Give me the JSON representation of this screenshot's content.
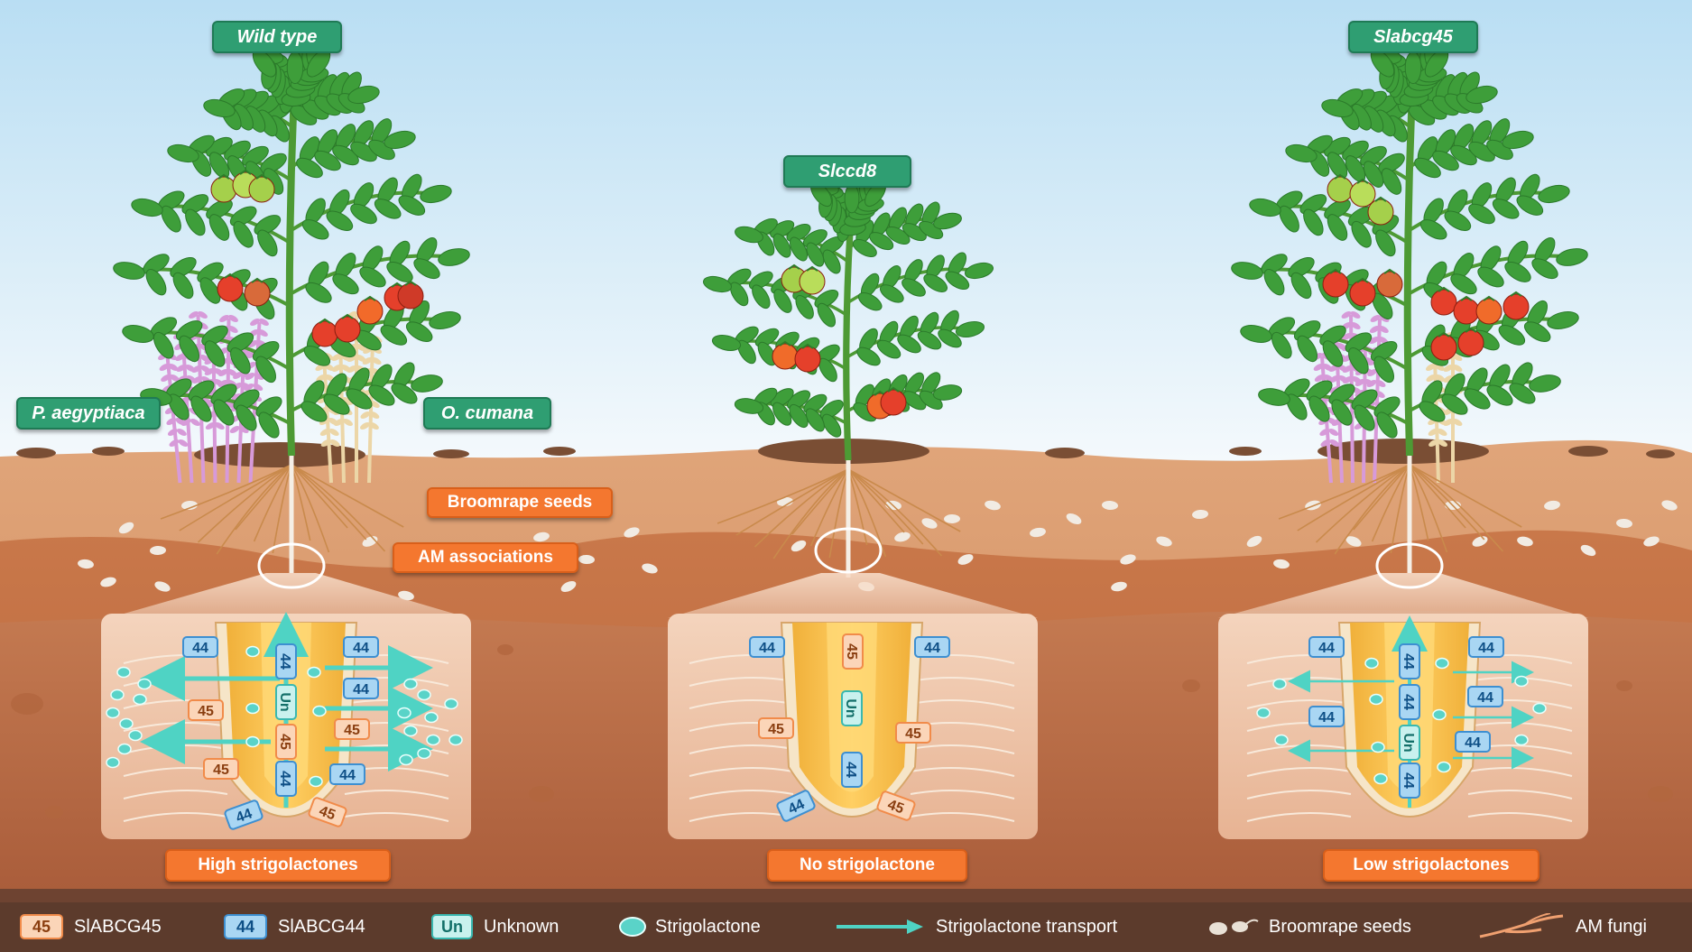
{
  "plants": {
    "wild_type": {
      "label": "Wild type"
    },
    "slccd8": {
      "label": "Slccd8"
    },
    "slabcg45": {
      "label": "Slabcg45"
    }
  },
  "callouts": {
    "p_aegyptiaca": "P. aegyptiaca",
    "o_cumana": "O. cumana",
    "broomrape_seeds": "Broomrape seeds",
    "am_associations": "AM associations"
  },
  "root_panels": [
    {
      "status": "High strigolactones",
      "markers": [
        {
          "t": "44"
        },
        {
          "t": "44"
        },
        {
          "t": "44"
        },
        {
          "t": "45"
        },
        {
          "t": "Un"
        },
        {
          "t": "44"
        },
        {
          "t": "45"
        },
        {
          "t": "45"
        },
        {
          "t": "45"
        },
        {
          "t": "44"
        },
        {
          "t": "44"
        },
        {
          "t": "44"
        },
        {
          "t": "45"
        }
      ]
    },
    {
      "status": "No strigolactone",
      "markers": [
        {
          "t": "44"
        },
        {
          "t": "45"
        },
        {
          "t": "44"
        },
        {
          "t": "Un"
        },
        {
          "t": "45"
        },
        {
          "t": "45"
        },
        {
          "t": "44"
        },
        {
          "t": "44"
        },
        {
          "t": "45"
        }
      ]
    },
    {
      "status": "Low strigolactones",
      "markers": [
        {
          "t": "44"
        },
        {
          "t": "44"
        },
        {
          "t": "44"
        },
        {
          "t": "44"
        },
        {
          "t": "44"
        },
        {
          "t": "44"
        },
        {
          "t": "Un"
        },
        {
          "t": "44"
        },
        {
          "t": "44"
        }
      ]
    }
  ],
  "legend": {
    "slabcg45_chip": "45",
    "slabcg45": "SlABCG45",
    "slabcg44_chip": "44",
    "slabcg44": "SlABCG44",
    "unknown_chip": "Un",
    "unknown": "Unknown",
    "strigolactone": "Strigolactone",
    "transport": "Strigolactone transport",
    "broomrape": "Broomrape seeds",
    "am_fungi": "AM fungi"
  },
  "colors": {
    "slabcg45": "#f18b4a",
    "slabcg44": "#3d8fd1",
    "unknown": "#39b8b0",
    "strigolactone": "#5ad3c8",
    "label_green": "#2f9e72",
    "label_orange": "#f4772f"
  }
}
